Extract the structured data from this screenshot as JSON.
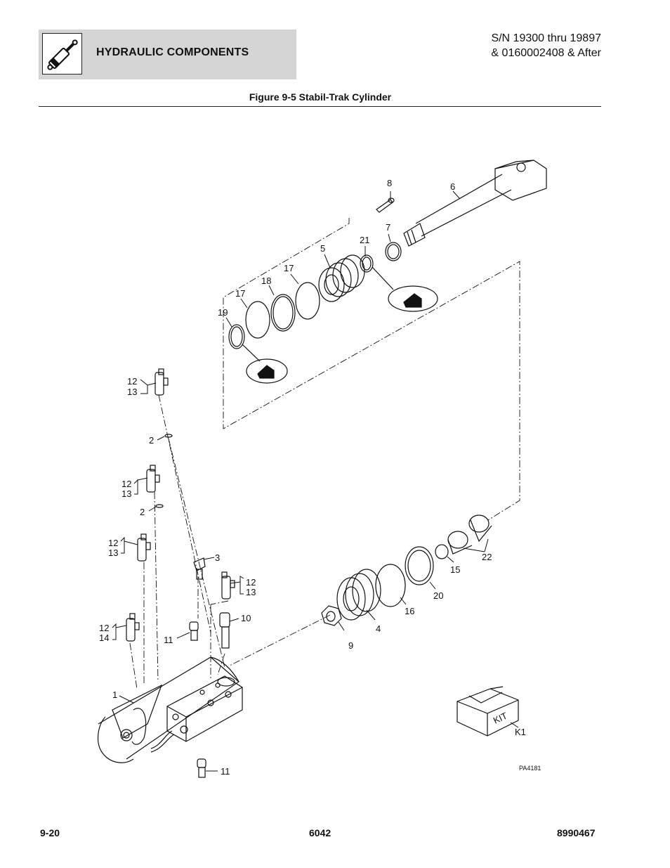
{
  "header": {
    "section_title": "HYDRAULIC COMPONENTS",
    "serial_line1": "S/N 19300 thru 19897",
    "serial_line2": "& 0160002408 & After",
    "section_icon": "hydraulic-cylinder-icon"
  },
  "figure": {
    "title": "Figure 9-5 Stabil-Trak Cylinder",
    "drawing_number": "PA4181",
    "kit_box_text": "KIT",
    "callouts": {
      "c1": "1",
      "c2a": "2",
      "c2b": "2",
      "c3": "3",
      "c4": "4",
      "c5": "5",
      "c6": "6",
      "c7": "7",
      "c8": "8",
      "c9": "9",
      "c10": "10",
      "c11a": "11",
      "c11b": "11",
      "c12a": "12",
      "c13a": "13",
      "c12b": "12",
      "c13b": "13",
      "c12c": "12",
      "c13c": "13",
      "c12d": "12",
      "c13d": "13",
      "c12e": "12",
      "c14e": "14",
      "c15": "15",
      "c16": "16",
      "c17a": "17",
      "c17b": "17",
      "c18": "18",
      "c19": "19",
      "c20": "20",
      "c21": "21",
      "c22": "22",
      "k1": "K1"
    }
  },
  "footer": {
    "page": "9-20",
    "model": "6042",
    "manual_number": "8990467"
  }
}
